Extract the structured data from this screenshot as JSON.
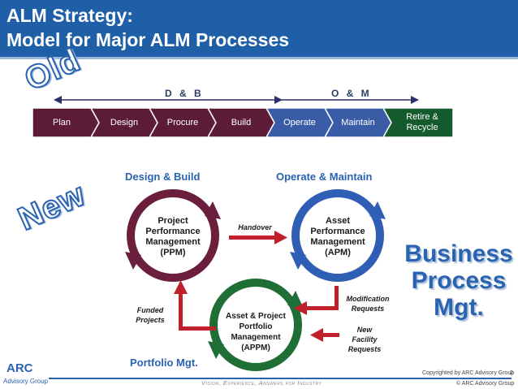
{
  "header": {
    "title_line1": "ALM Strategy:",
    "title_line2": "Model for Major ALM Processes"
  },
  "stamps": {
    "old": "Old",
    "new": "New"
  },
  "old_model": {
    "phases": [
      {
        "label": "D & B"
      },
      {
        "label": "O & M"
      }
    ],
    "processes": [
      {
        "label": "Plan",
        "color": "#5c1c37"
      },
      {
        "label": "Design",
        "color": "#5c1c37"
      },
      {
        "label": "Procure",
        "color": "#5c1c37"
      },
      {
        "label": "Build",
        "color": "#5c1c37"
      },
      {
        "label": "Operate",
        "color": "#3a5ba6"
      },
      {
        "label": "Maintain",
        "color": "#3a5ba6"
      },
      {
        "label": "Retire &\nRecycle",
        "color": "#145a2c"
      }
    ]
  },
  "new_model": {
    "headings": {
      "design_build": "Design & Build",
      "operate_maintain": "Operate & Maintain",
      "portfolio": "Portfolio Mgt."
    },
    "circles": {
      "ppm": {
        "label": "Project\nPerformance\nManagement\n(PPM)",
        "color": "#6b1f3c"
      },
      "apm": {
        "label": "Asset\nPerformance\nManagement\n(APM)",
        "color": "#2f5eb4"
      },
      "appm": {
        "label": "Asset & Project\nPortfolio\nManagement\n(APPM)",
        "color": "#1f6e35"
      }
    },
    "arrows": {
      "handover": "Handover",
      "modification": "Modification\nRequests",
      "new_facility": "New\nFacility\nRequests",
      "funded": "Funded\nProjects"
    },
    "business_process": "Business\nProcess\nMgt."
  },
  "footer": {
    "logo": "ARC",
    "logo_sub": "Advisory Group",
    "tagline": "Vision, Experience, Answers for Industry",
    "copyright1": "Copyrighted by ARC Advisory Group",
    "copyright2": "© ARC Advisory Group",
    "page": "2"
  },
  "colors": {
    "header_blue": "#1f5fa8",
    "accent_red": "#c0202a",
    "ppm_maroon": "#6b1f3c",
    "apm_blue": "#2f5eb4",
    "appm_green": "#1f6e35"
  }
}
